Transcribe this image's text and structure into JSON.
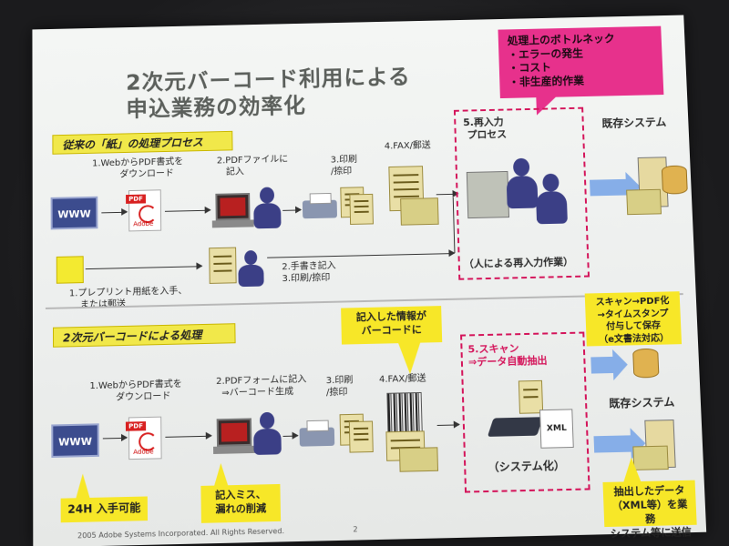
{
  "title": {
    "line1": "2次元バーコード利用による",
    "line2": "申込業務の効率化"
  },
  "callout": {
    "heading": "処理上のボトルネック",
    "items": [
      "・エラーの発生",
      "・コスト",
      "・非生産的作業"
    ]
  },
  "top": {
    "band": "従来の「紙」の処理プロセス",
    "step1": [
      "1.WebからPDF書式を",
      "ダウンロード"
    ],
    "step2": [
      "2.PDFファイルに",
      "記入"
    ],
    "step3": [
      "3.印刷",
      "/捺印"
    ],
    "step4": "4.FAX/郵送",
    "step5": [
      "5.再入力",
      "プロセス"
    ],
    "alt1": [
      "1.プレプリント用紙を入手、",
      "または郵送"
    ],
    "alt2": [
      "2.手書き記入",
      "3.印刷/捺印"
    ],
    "manual": "（人による再入力作業）",
    "existing": "既存システム",
    "www": "WWW",
    "pdf_tag": "PDF",
    "adobe": "Adobe"
  },
  "bottom": {
    "band": "2次元バーコードによる処理",
    "step1": [
      "1.WebからPDF書式を",
      "ダウンロード"
    ],
    "step2": [
      "2.PDFフォームに記入",
      "⇒バーコード生成"
    ],
    "step3": [
      "3.印刷",
      "/捺印"
    ],
    "step4": "4.FAX/郵送",
    "step5": [
      "5.スキャン",
      "⇒データ自動抽出"
    ],
    "barcode_note": [
      "記入した情報が",
      "バーコードに"
    ],
    "scan_pdf": [
      "スキャン→PDF化",
      "→タイムスタンプ",
      "付与して保存",
      "（e文書法対応）"
    ],
    "system": "（システム化）",
    "existing": "既存システム",
    "extract": [
      "抽出したデータ",
      "（XML等）を業務",
      "システム等に送信"
    ],
    "avail": "24H 入手可能",
    "reduce": [
      "記入ミス、",
      "漏れの削減"
    ],
    "xml": "XML",
    "www": "WWW",
    "pdf_tag": "PDF",
    "adobe": "Adobe"
  },
  "footer": {
    "copyright": "2005 Adobe Systems Incorporated. All Rights Reserved.",
    "page": "2"
  },
  "colors": {
    "magenta": "#e7318c",
    "yellow": "#f7e728",
    "dash": "#d4145a",
    "arrow_blue": "#86aee8"
  }
}
